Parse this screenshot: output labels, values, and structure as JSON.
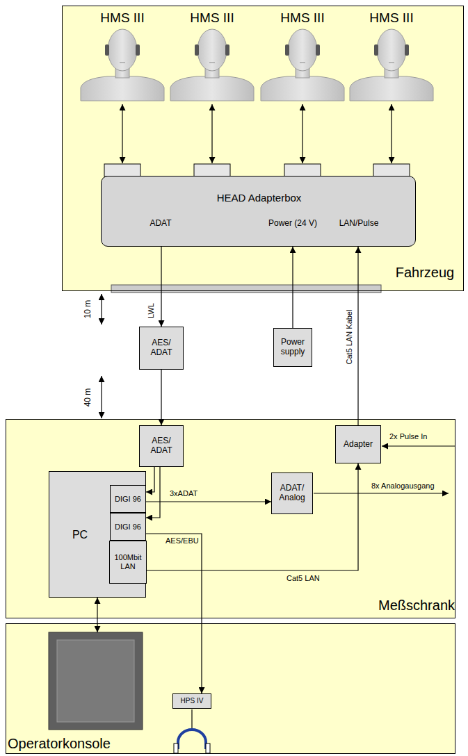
{
  "diagram": {
    "nodes": [
      {
        "text": [
          "Fahrzeug"
        ]
      },
      {
        "text": [
          "HMS III"
        ],
        "in": 0
      },
      {
        "text": [
          "HMS III"
        ],
        "in": 0
      },
      {
        "text": [
          "HMS III"
        ],
        "in": 0
      },
      {
        "text": [
          "HMS III"
        ],
        "in": 0
      },
      {
        "text": [
          "HEAD Adapterbox",
          "ADAT",
          "Power (24 V)",
          "LAN/Pulse"
        ],
        "in": 0
      },
      {
        "text": [
          "AES/ ADAT"
        ]
      },
      {
        "text": [
          "Power supply"
        ]
      },
      {
        "text": [
          "Meßschrank"
        ]
      },
      {
        "text": [
          "AES/ ADAT"
        ],
        "in": 8
      },
      {
        "text": [
          "Adapter"
        ],
        "in": 8
      },
      {
        "text": [
          "PC"
        ],
        "in": 8
      },
      {
        "text": [
          "DIGI 96"
        ],
        "in": 11
      },
      {
        "text": [
          "DIGI 96"
        ],
        "in": 11
      },
      {
        "text": [
          "100Mbit LAN"
        ],
        "in": 11
      },
      {
        "text": [
          "ADAT/ Analog"
        ],
        "in": 8
      },
      {
        "text": [
          "Operatorkonsole"
        ]
      },
      {
        "text": [
          "HPS IV"
        ],
        "in": 16
      }
    ],
    "edges": [
      {
        "from": 1,
        "to": 5,
        "arrow": "both"
      },
      {
        "from": 2,
        "to": 5,
        "arrow": "both"
      },
      {
        "from": 3,
        "to": 5,
        "arrow": "both"
      },
      {
        "from": 4,
        "to": 5,
        "arrow": "both"
      },
      {
        "from": 5,
        "to": 6,
        "arrow": "to",
        "label": "LWL"
      },
      {
        "from": 7,
        "to": 5,
        "arrow": "to"
      },
      {
        "from": 10,
        "to": 5,
        "arrow": "to",
        "label": "Cat5 LAN Kabel"
      },
      {
        "from": 6,
        "to": 9,
        "arrow": "to"
      },
      {
        "from": 9,
        "to": 12,
        "arrow": "to"
      },
      {
        "from": 9,
        "to": 13,
        "arrow": "to"
      },
      {
        "from": 12,
        "to": 15,
        "arrow": "to",
        "label": "3xADAT"
      },
      {
        "from": 14,
        "to": 10,
        "arrow": "to",
        "label": "Cat5 LAN"
      },
      {
        "from": 13,
        "to": 17,
        "arrow": "to",
        "label": "AES/EBU"
      },
      {
        "from": 11,
        "to": 16,
        "arrow": "both"
      }
    ],
    "labels": [
      "10 m",
      "40 m",
      "2x Pulse In",
      "8x Analogausgang"
    ]
  }
}
